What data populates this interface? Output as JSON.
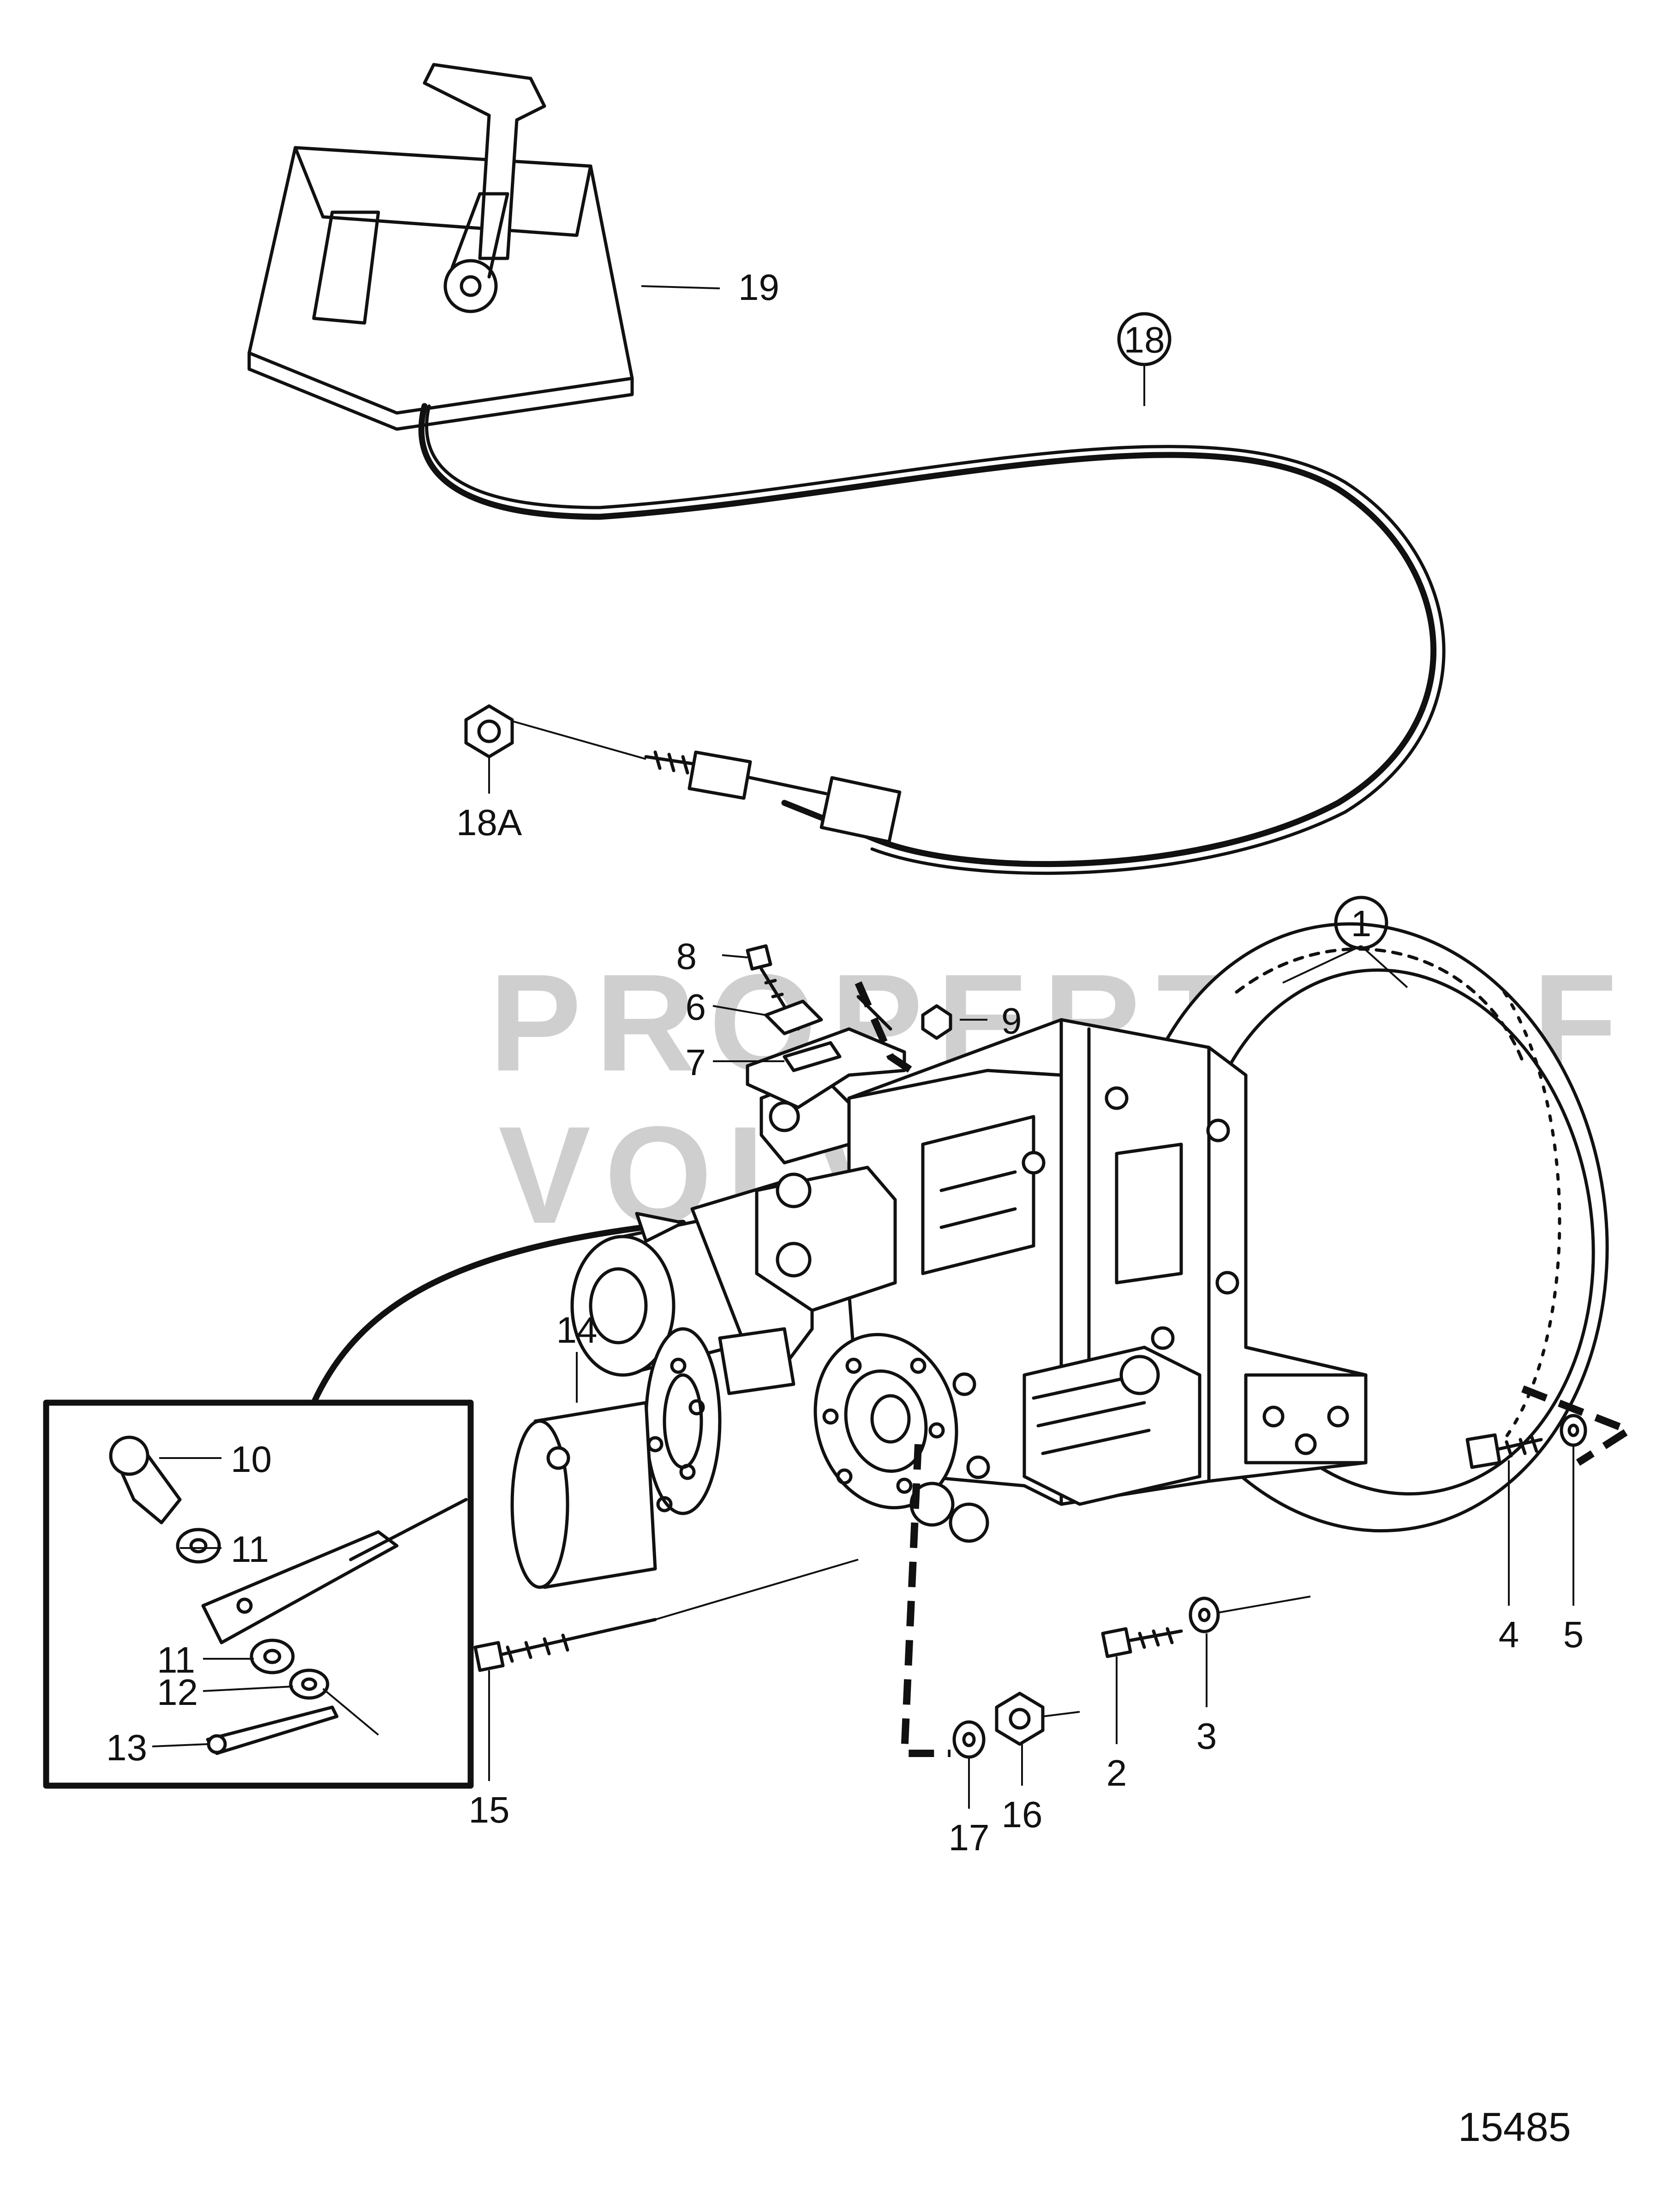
{
  "watermark": {
    "line1": "PROPERTY OF",
    "line2": "VOLVO PENTA"
  },
  "figure_number": "15485",
  "labels": {
    "p1": "1",
    "p2": "2",
    "p3": "3",
    "p4": "4",
    "p5": "5",
    "p6": "6",
    "p7": "7",
    "p8": "8",
    "p9": "9",
    "p10": "10",
    "p11a": "11",
    "p11b": "11",
    "p12": "12",
    "p13": "13",
    "p14": "14",
    "p15": "15",
    "p16": "16",
    "p17": "17",
    "p18": "18",
    "p18A": "18A",
    "p19": "19"
  },
  "colors": {
    "ink": "#111111",
    "watermark": "#cfcfcf",
    "paper": "#ffffff"
  }
}
